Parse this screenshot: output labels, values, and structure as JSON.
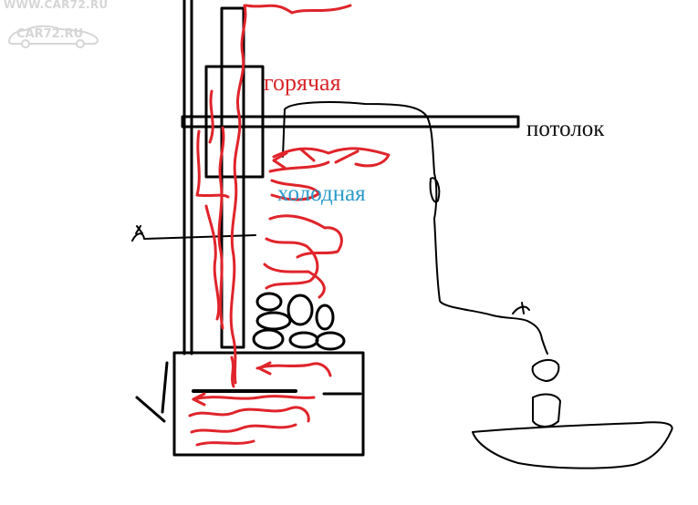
{
  "watermark": {
    "url": "WWW.CAR72.RU",
    "brand": "CAR72.RU"
  },
  "labels": {
    "hot": "горячая",
    "cold": "холодная",
    "ceiling": "потолок"
  },
  "colors": {
    "ink": "#000000",
    "hot_line": "#e0242b",
    "hot_text": "#d8262b",
    "cold_text": "#2b9bc9",
    "watermark": "#d6d6d6"
  }
}
